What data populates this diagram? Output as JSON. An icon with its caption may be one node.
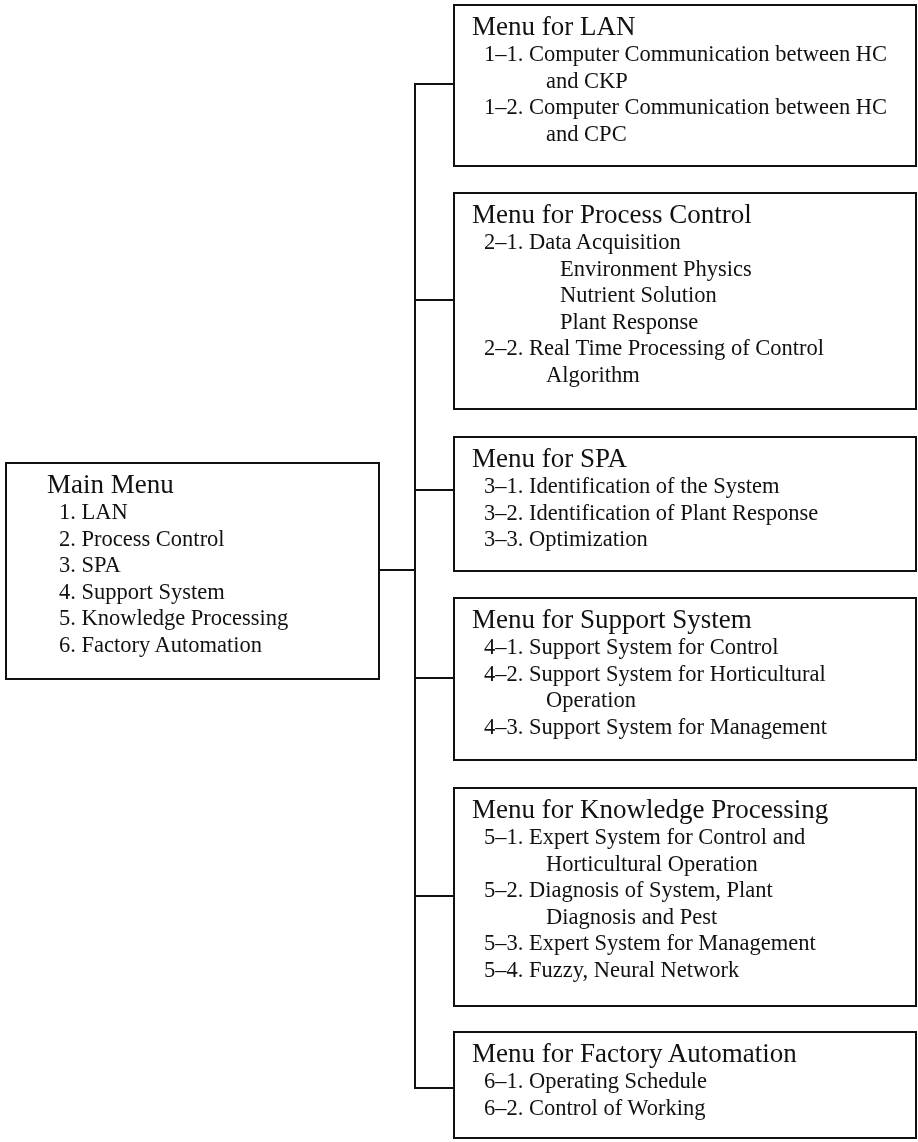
{
  "diagram": {
    "nodes": [
      {
        "text": [
          "Main Menu",
          "1. LAN",
          "2. Process Control",
          "3. SPA",
          "4. Support System",
          "5. Knowledge Processing",
          "6. Factory Automation"
        ]
      },
      {
        "text": [
          "Menu for LAN",
          "1–1. Computer Communication between HC and CKP",
          "1–2. Computer Communication between HC and CPC"
        ]
      },
      {
        "text": [
          "Menu for Process Control",
          "2–1. Data Acquisition",
          "Environment Physics",
          "Nutrient Solution",
          "Plant Response",
          "2–2. Real Time Processing of Control Algorithm"
        ]
      },
      {
        "text": [
          "Menu for SPA",
          "3–1. Identification of the System",
          "3–2. Identification of Plant Response",
          "3–3. Optimization"
        ]
      },
      {
        "text": [
          "Menu for Support System",
          "4–1. Support System for Control",
          "4–2. Support System for Horticultural Operation",
          "4–3. Support System for Management"
        ]
      },
      {
        "text": [
          "Menu for Knowledge Processing",
          "5–1. Expert System for Control and Horticultural Operation",
          "5–2. Diagnosis of System, Plant Diagnosis and Pest",
          "5–3. Expert System for Management",
          "5–4. Fuzzy, Neural Network"
        ]
      },
      {
        "text": [
          "Menu for Factory Automation",
          "6–1. Operating Schedule",
          "6–2. Control of Working"
        ]
      }
    ],
    "edges": [
      {
        "from": 0,
        "to": 1,
        "arrow": "none"
      },
      {
        "from": 0,
        "to": 2,
        "arrow": "none"
      },
      {
        "from": 0,
        "to": 3,
        "arrow": "none"
      },
      {
        "from": 0,
        "to": 4,
        "arrow": "none"
      },
      {
        "from": 0,
        "to": 5,
        "arrow": "none"
      },
      {
        "from": 0,
        "to": 6,
        "arrow": "none"
      }
    ]
  }
}
